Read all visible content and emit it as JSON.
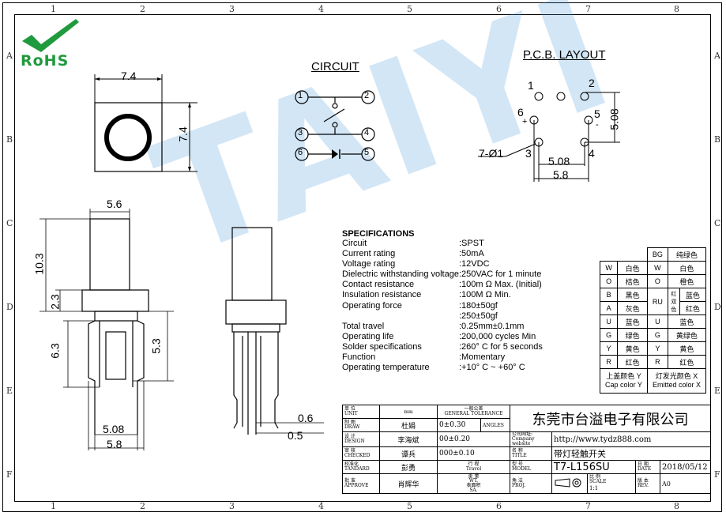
{
  "zones": {
    "columns": [
      "1",
      "2",
      "3",
      "4",
      "5",
      "6",
      "7",
      "8"
    ],
    "rows": [
      "A",
      "B",
      "C",
      "D",
      "E",
      "F"
    ]
  },
  "logo": {
    "text": "RoHS"
  },
  "watermark": "TAIYI",
  "circuit": {
    "title": "CIRCUIT",
    "pins": [
      "1",
      "2",
      "3",
      "4",
      "6",
      "5"
    ]
  },
  "pcb": {
    "title": "P.C.B. LAYOUT",
    "pins": [
      "1",
      "2",
      "6",
      "5",
      "3",
      "4"
    ],
    "plus": "+",
    "minus": "-",
    "hole_label": "7-Ø1",
    "dim_508_h": "5.08",
    "dim_58": "5.8",
    "dim_508_v": "5.08"
  },
  "dims": {
    "top_w": "7.4",
    "top_h": "7.4",
    "cap_w": "5.6",
    "total_h": "10.3",
    "flange_h": "2.3",
    "body_h": "6.3",
    "body_inner_h": "5.3",
    "pin_span": "5.08",
    "foot_span": "5.8",
    "pin_t": "0.6",
    "pin_w": "0.5"
  },
  "specs": {
    "title": "SPECIFICATIONS",
    "rows": [
      {
        "k": "Circuit",
        "v": ":SPST"
      },
      {
        "k": "Current rating",
        "v": ":50mA"
      },
      {
        "k": "Voltage rating",
        "v": ":12VDC"
      },
      {
        "k": "Dielectric withstanding voltage",
        "v": ":250VAC for 1 minute"
      },
      {
        "k": "Contact resistance",
        "v": ":100m Ω   Max. (Initial)"
      },
      {
        "k": "Insulation resistance",
        "v": ":100M Ω   Min."
      },
      {
        "k": "Operating force",
        "v": ":180±50gf"
      },
      {
        "k": "",
        "v": ":250±50gf"
      },
      {
        "k": "Total travel",
        "v": ":0.25mm±0.1mm"
      },
      {
        "k": "Operating life",
        "v": ":200,000 cycles Min"
      },
      {
        "k": "Solder specifications",
        "v": ":260° C for 5 seconds"
      },
      {
        "k": "Function",
        "v": ":Momentary"
      },
      {
        "k": "Operating temperature",
        "v": ":+10° C ~ +60° C"
      }
    ]
  },
  "color_table": {
    "header_bg": "BG",
    "header_bg_val": "纯绿色",
    "rows": [
      [
        "W",
        "白色",
        "W",
        "白色"
      ],
      [
        "O",
        "桔色",
        "O",
        "橙色"
      ],
      [
        "B",
        "黑色",
        "RU",
        "红双色",
        "蓝色"
      ],
      [
        "A",
        "灰色",
        "",
        "",
        "红色"
      ],
      [
        "U",
        "蓝色",
        "U",
        "蓝色"
      ],
      [
        "G",
        "绿色",
        "G",
        "黄绿色"
      ],
      [
        "Y",
        "黄色",
        "Y",
        "黄色"
      ],
      [
        "R",
        "红色",
        "R",
        "红色"
      ]
    ],
    "footer_left_cn": "上盖颜色 Y",
    "footer_left_en": "Cap color Y",
    "footer_right_cn": "灯发光颜色 X",
    "footer_right_en": "Emitted color X"
  },
  "title_block": {
    "unit_cn": "单 位",
    "unit_en": "UNIT",
    "unit_val": "mm",
    "tol_cn": "一般公差",
    "tol_en": "GENERAL TOLERANCE",
    "tol1": "0±0.30",
    "tol1_note": "ANGLES",
    "tol2": "00±0.20",
    "tol3": "000±0.10",
    "draw_cn": "制 图",
    "draw_en": "DRAW",
    "draw_val": "杜娟",
    "design_cn": "设 计",
    "design_en": "DESIGN",
    "design_val": "李海斌",
    "check_cn": "审 核",
    "check_en": "CHECKED",
    "check_val": "谭兵",
    "standard_cn": "校准化",
    "standard_en": "TANDARD",
    "standard_val": "彭勇",
    "approve_cn": "批 准",
    "approve_en": "APPROVE",
    "approve_val": "肖辉华",
    "travel_cn": "行 程",
    "travel_en": "Travel",
    "weight_cn": "重 量",
    "weight_en": "WT.",
    "surface_cn": "表面积",
    "surface_en": "SA.",
    "company": "东莞市台溢电子有限公司",
    "website_cn": "公司网址:",
    "website_en": "Company website",
    "website": "http://www.tydz888.com",
    "name_cn": "名 称",
    "name_en": "TITLE",
    "name_val": "带灯轻触开关",
    "model_cn": "型 号",
    "model_en": "MODEL",
    "model_val": "T7-L156SU",
    "date_cn": "日 期",
    "date_en": "DATE",
    "date_val": "2018/05/12",
    "proj_cn": "角 法",
    "proj_en": "PROJ.",
    "scale_cn": "比 例",
    "scale_en": "SCALE",
    "scale_val": "1:1",
    "rev_cn": "版 本",
    "rev_en": "REV.",
    "rev_val": "A0"
  }
}
